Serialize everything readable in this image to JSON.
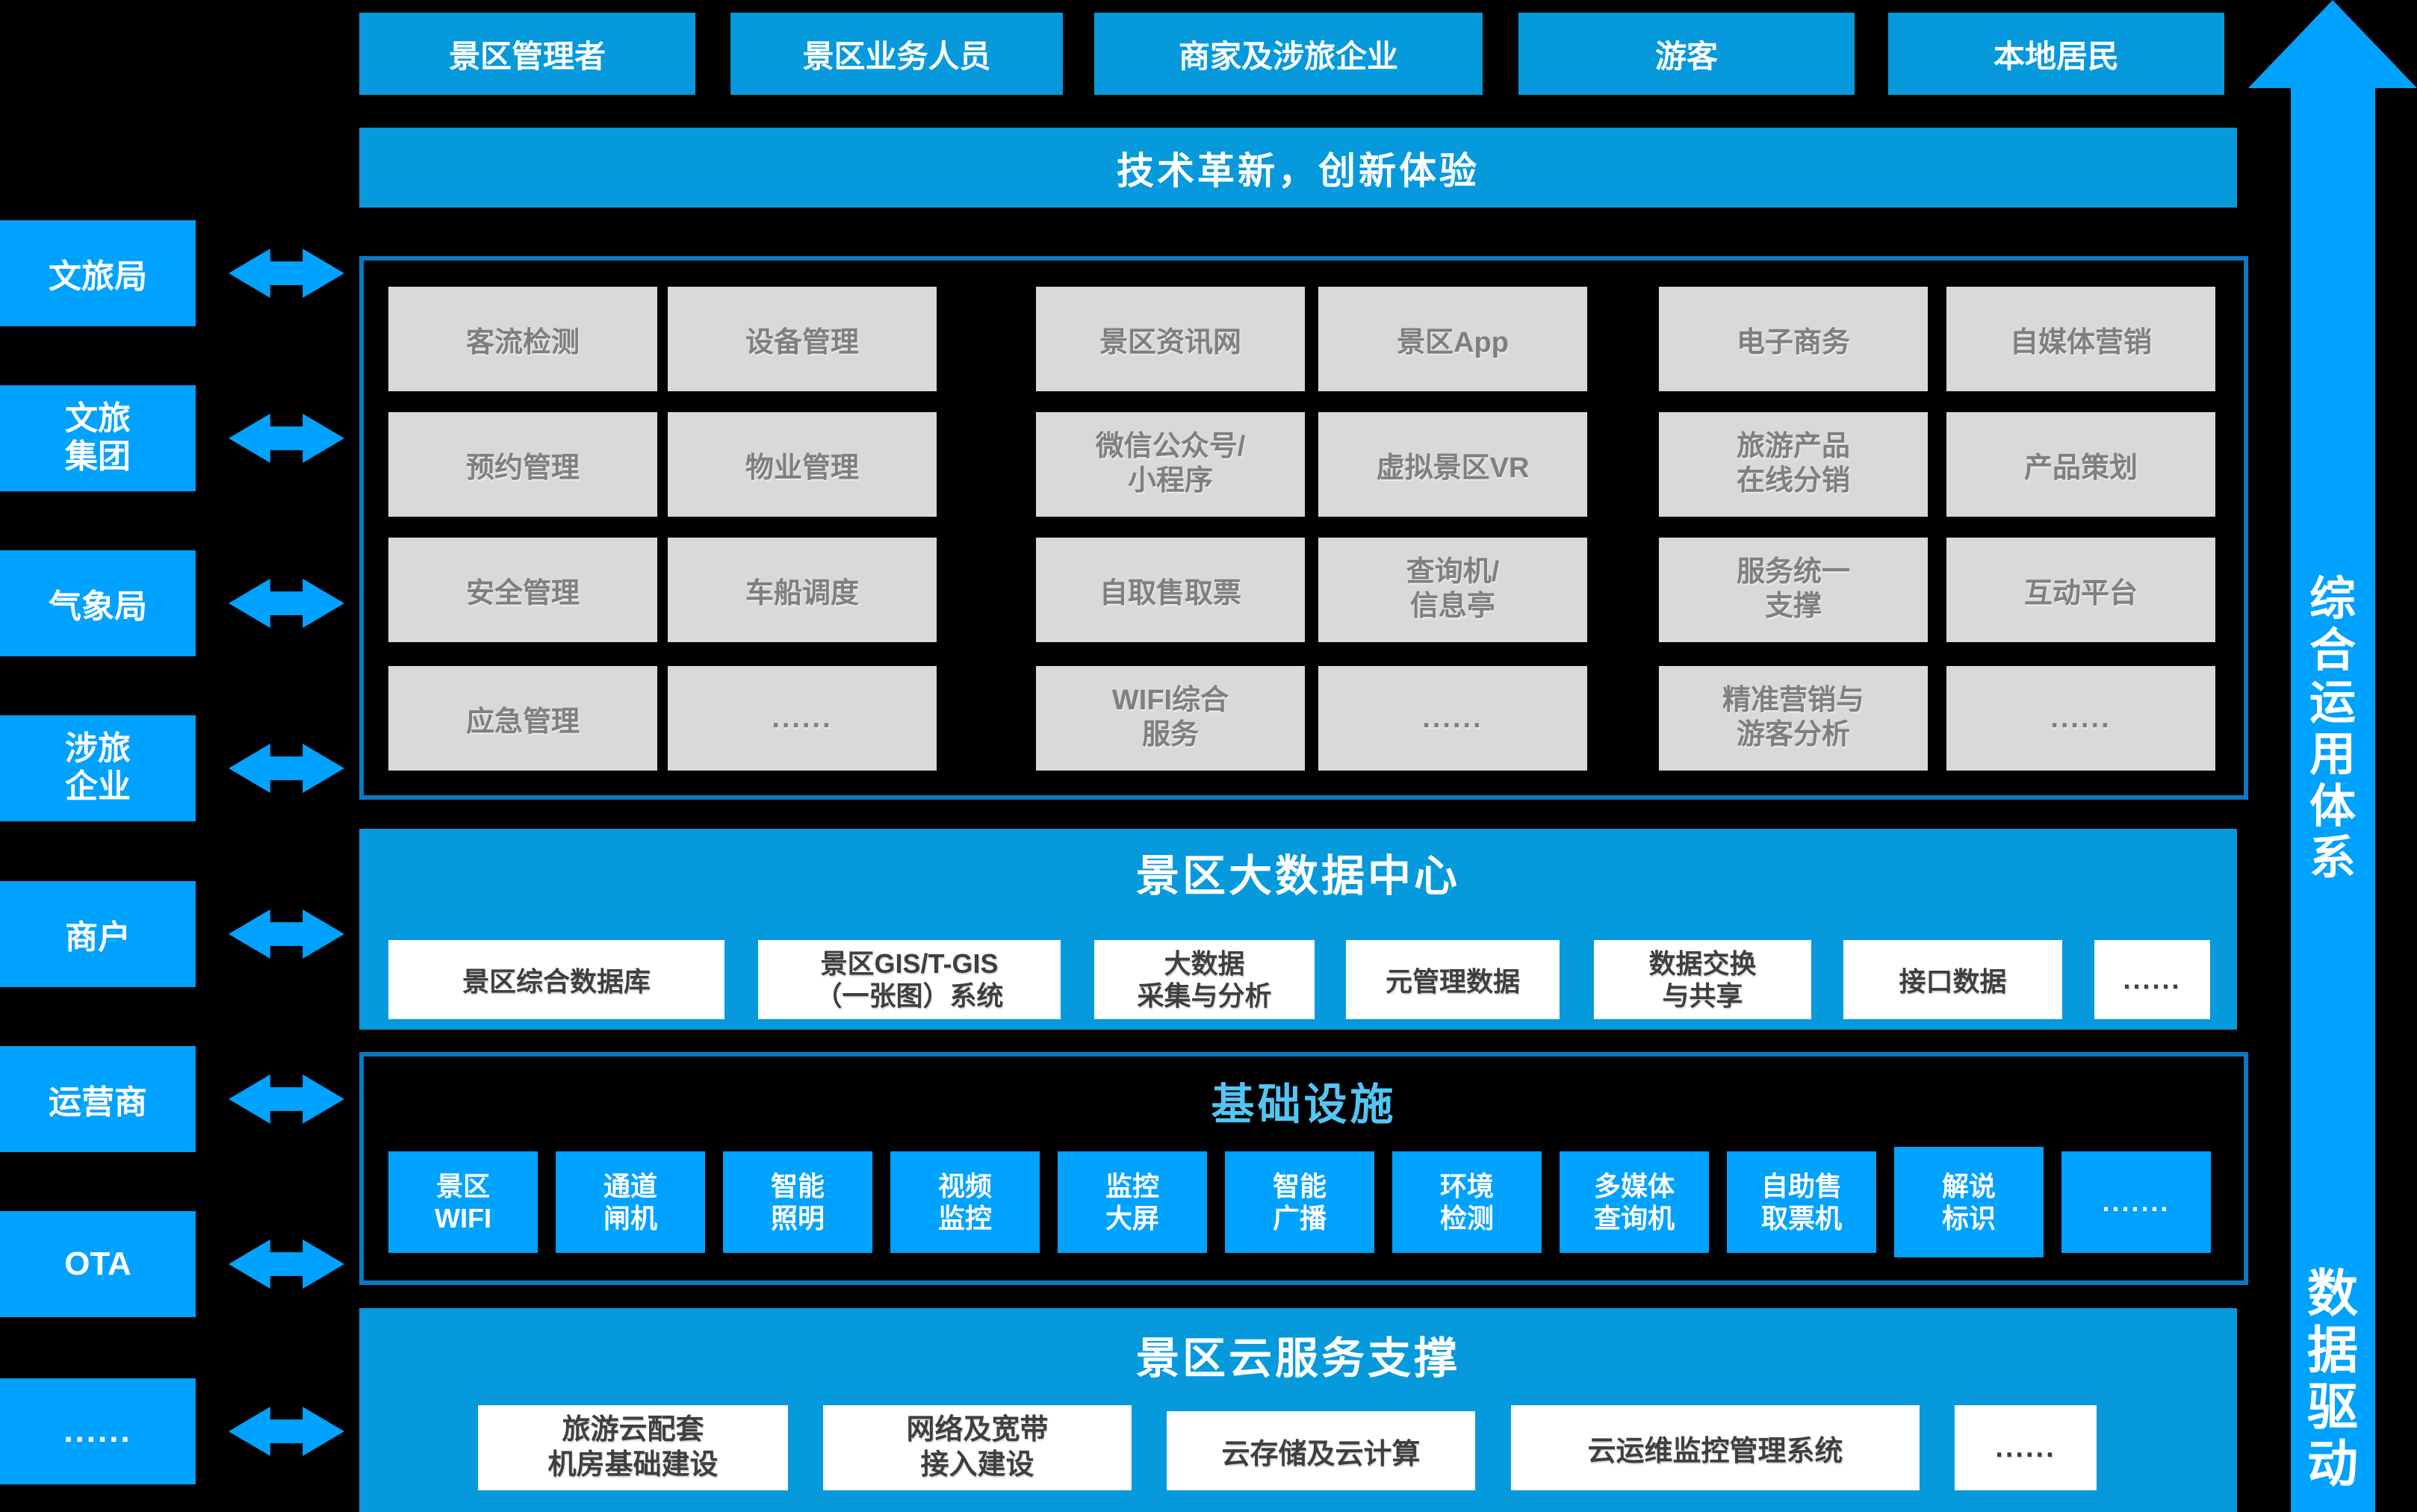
{
  "banner": "技术革新，创新体验",
  "top_row": [
    "景区管理者",
    "景区业务人员",
    "商家及涉旅企业",
    "游客",
    "本地居民"
  ],
  "left_column": [
    "文旅局",
    "文旅\n集团",
    "气象局",
    "涉旅\n企业",
    "商户",
    "运营商",
    "OTA",
    "......"
  ],
  "right_arrow": {
    "top_label": "综合运用体系",
    "bottom_label": "数据驱动"
  },
  "application_layer": {
    "rows": [
      [
        "客流检测",
        "设备管理",
        "景区资讯网",
        "景区App",
        "电子商务",
        "自媒体营销"
      ],
      [
        "预约管理",
        "物业管理",
        "微信公众号/\n小程序",
        "虚拟景区VR",
        "旅游产品\n在线分销",
        "产品策划"
      ],
      [
        "安全管理",
        "车船调度",
        "自取售取票",
        "查询机/\n信息亭",
        "服务统一\n支撑",
        "互动平台"
      ],
      [
        "应急管理",
        "......",
        "WIFI综合\n服务",
        "......",
        "精准营销与\n游客分析",
        "......"
      ]
    ]
  },
  "big_data_center": {
    "title": "景区大数据中心",
    "items": [
      "景区综合数据库",
      "景区GIS/T-GIS\n（一张图）系统",
      "大数据\n采集与分析",
      "元管理数据",
      "数据交换\n与共享",
      "接口数据",
      "......"
    ]
  },
  "infrastructure": {
    "title": "基础设施",
    "items": [
      "景区\nWIFI",
      "通道\n闸机",
      "智能\n照明",
      "视频\n监控",
      "监控\n大屏",
      "智能\n广播",
      "环境\n检测",
      "多媒体\n查询机",
      "自助售\n取票机",
      "解说\n标识",
      "......."
    ]
  },
  "cloud_support": {
    "title": "景区云服务支撑",
    "items": [
      "旅游云配套\n机房基础建设",
      "网络及宽带\n接入建设",
      "云存储及云计算",
      "云运维监控管理系统",
      "......"
    ]
  },
  "colors": {
    "primary_blue": "#0699DC",
    "bright_blue": "#00A2FF",
    "panel_border_blue": "#0B78C4",
    "infra_title_blue": "#53C5F5",
    "gray_box": "#D9D9D9",
    "gray_text": "#7F7F7F",
    "background": "#000000"
  }
}
